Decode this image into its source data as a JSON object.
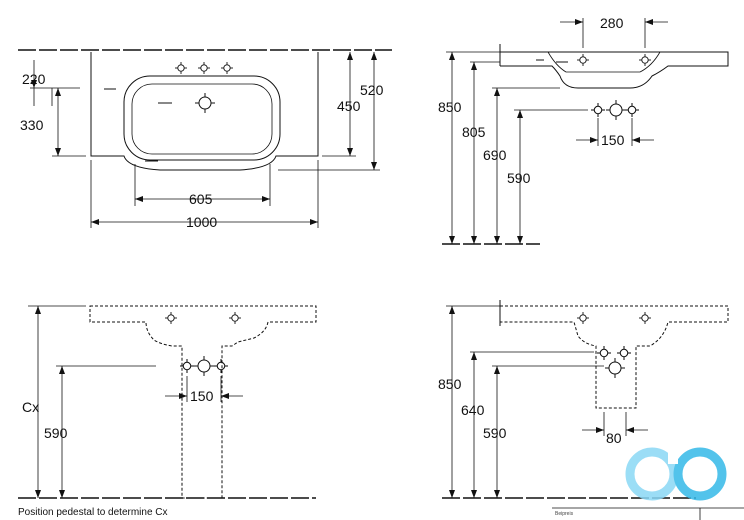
{
  "views": {
    "top_view": {
      "dims": {
        "w1000": "1000",
        "w605": "605",
        "h220": "220",
        "h330": "330",
        "h450": "450",
        "h520": "520"
      }
    },
    "side_view": {
      "dims": {
        "w280": "280",
        "h850": "850",
        "h805": "805",
        "h690": "690",
        "h590": "590",
        "w150": "150"
      }
    },
    "front_pedestal": {
      "dims": {
        "cx": "Cx",
        "h590": "590",
        "w150": "150"
      },
      "note": "Position pedestal to determine Cx"
    },
    "side_pedestal": {
      "dims": {
        "h850": "850",
        "h640": "640",
        "h590": "590",
        "w80": "80"
      }
    }
  },
  "watermark": {
    "colors": [
      "#35b9e8",
      "#8ad8f5"
    ]
  },
  "stamp": {
    "text": "Beipreis"
  }
}
